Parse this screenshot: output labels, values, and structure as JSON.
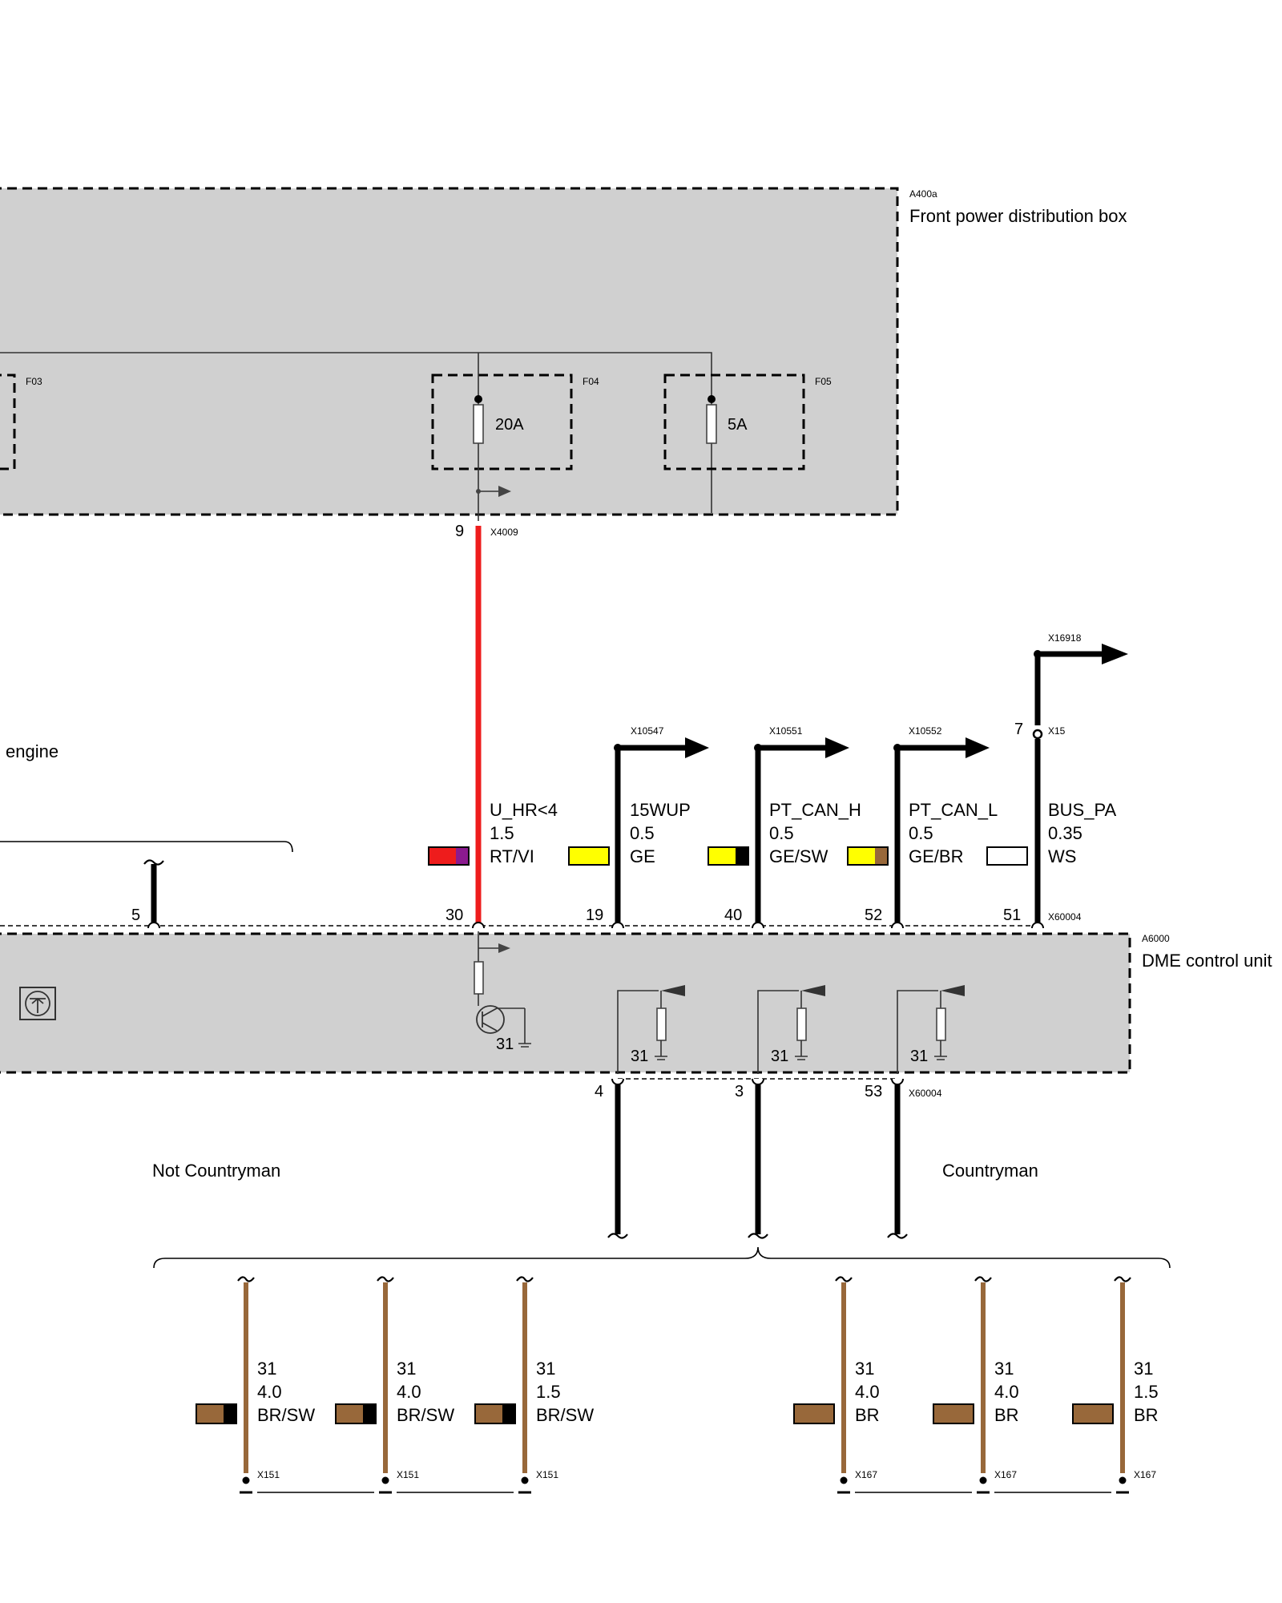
{
  "power_box": {
    "code": "A400a",
    "title": "Front power distribution box",
    "fuses": [
      {
        "code": "F03",
        "rating": ""
      },
      {
        "code": "F04",
        "rating": "20A"
      },
      {
        "code": "F05",
        "rating": "5A"
      }
    ],
    "output_pin": "9",
    "output_connector": "X4009"
  },
  "engine_label": "engine",
  "dme": {
    "code": "A6000",
    "title": "DME control unit",
    "connector": "X60004",
    "ground_labels": [
      "31",
      "31",
      "31",
      "31"
    ]
  },
  "wires": [
    {
      "pin": "5"
    },
    {
      "pin": "30",
      "signal": "U_HR<4",
      "size": "1.5",
      "color_code": "RT/VI",
      "colors": [
        "#ee1c1c",
        "#8b1a8f"
      ]
    },
    {
      "pin": "19",
      "signal": "15WUP",
      "size": "0.5",
      "color_code": "GE",
      "colors": [
        "#ffff00"
      ],
      "dest": "X10547"
    },
    {
      "pin": "40",
      "signal": "PT_CAN_H",
      "size": "0.5",
      "color_code": "GE/SW",
      "colors": [
        "#ffff00",
        "#000000"
      ],
      "dest": "X10551"
    },
    {
      "pin": "52",
      "signal": "PT_CAN_L",
      "size": "0.5",
      "color_code": "GE/BR",
      "colors": [
        "#ffff00",
        "#98683a"
      ],
      "dest": "X10552"
    },
    {
      "pin": "51",
      "signal": "BUS_PA",
      "size": "0.35",
      "color_code": "WS",
      "colors": [
        "#ffffff"
      ],
      "dest": "X16918",
      "via_pin": "7",
      "via_connector": "X15"
    }
  ],
  "ground_wires": [
    {
      "pin": "4"
    },
    {
      "pin": "3"
    },
    {
      "pin": "53"
    }
  ],
  "variants": {
    "left": "Not Countryman",
    "right": "Countryman"
  },
  "ground_points": [
    {
      "function": "31",
      "size": "4.0",
      "color_code": "BR/SW",
      "connector": "X151",
      "colors": [
        "#98683a",
        "#000000"
      ]
    },
    {
      "function": "31",
      "size": "4.0",
      "color_code": "BR/SW",
      "connector": "X151",
      "colors": [
        "#98683a",
        "#000000"
      ]
    },
    {
      "function": "31",
      "size": "1.5",
      "color_code": "BR/SW",
      "connector": "X151",
      "colors": [
        "#98683a",
        "#000000"
      ]
    },
    {
      "function": "31",
      "size": "4.0",
      "color_code": "BR",
      "connector": "X167",
      "colors": [
        "#98683a"
      ]
    },
    {
      "function": "31",
      "size": "4.0",
      "color_code": "BR",
      "connector": "X167",
      "colors": [
        "#98683a"
      ]
    },
    {
      "function": "31",
      "size": "1.5",
      "color_code": "BR",
      "connector": "X167",
      "colors": [
        "#98683a"
      ]
    }
  ]
}
